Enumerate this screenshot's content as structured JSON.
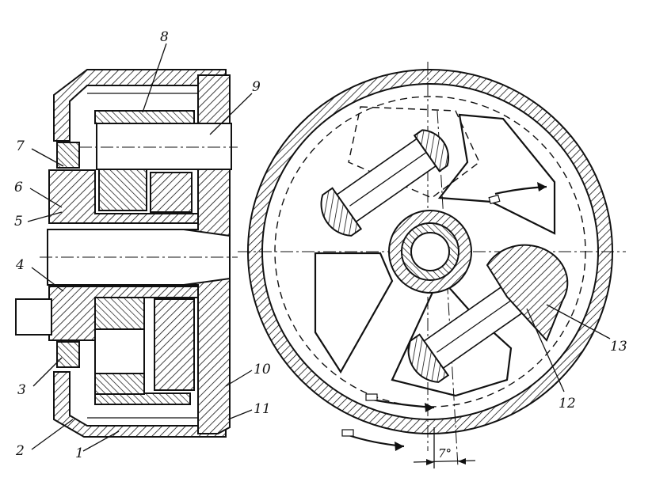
{
  "labels": {
    "l1": "1",
    "l2": "2",
    "l3": "3",
    "l4": "4",
    "l5": "5",
    "l6": "6",
    "l7": "7",
    "l8": "8",
    "l9": "9",
    "l10": "10",
    "l11": "11",
    "l12": "12",
    "l13": "13",
    "angle": "7°"
  }
}
